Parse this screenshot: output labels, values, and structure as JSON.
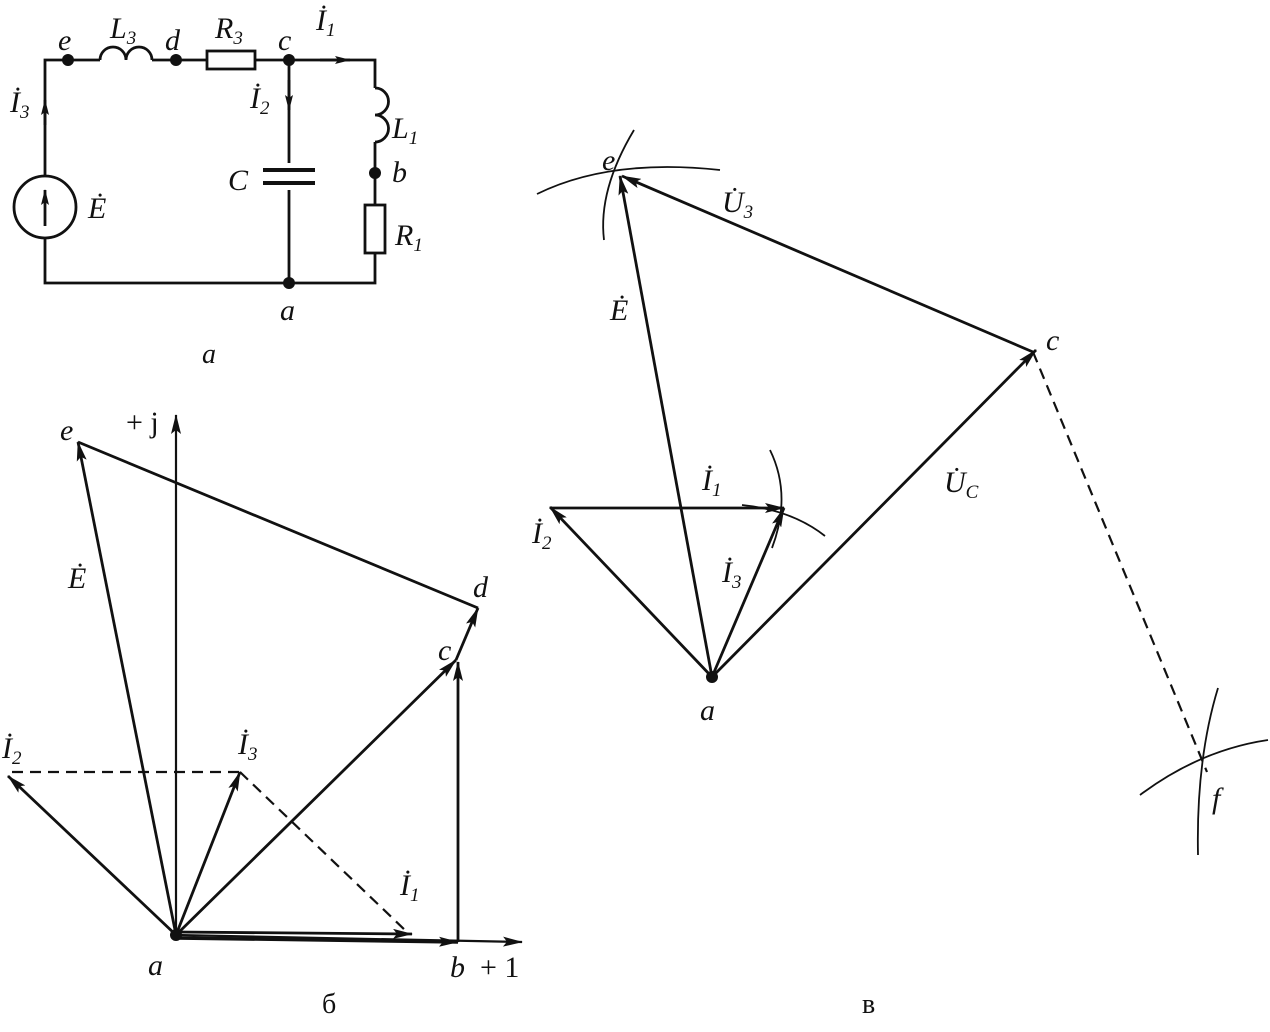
{
  "panels": {
    "circuit": {
      "caption": "а",
      "nodes": {
        "e": "e",
        "d": "d",
        "c": "c",
        "b": "b",
        "a": "a"
      },
      "components": {
        "L3": "L",
        "L3_sub": "3",
        "R3": "R",
        "R3_sub": "3",
        "L1": "L",
        "L1_sub": "1",
        "R1": "R",
        "R1_sub": "1",
        "C": "C",
        "E": "Ė"
      },
      "currents": {
        "I1": "İ",
        "I1_sub": "1",
        "I2": "İ",
        "I2_sub": "2",
        "I3": "İ",
        "I3_sub": "3"
      }
    },
    "diagram_b": {
      "caption": "б",
      "axes": {
        "imag": "+ j",
        "real": "+ 1"
      },
      "points": {
        "a": "a",
        "b": "b",
        "c": "c",
        "d": "d",
        "e": "e"
      },
      "vectors": {
        "E": "Ė",
        "I1": "İ",
        "I1_sub": "1",
        "I2": "İ",
        "I2_sub": "2",
        "I3": "İ",
        "I3_sub": "3"
      }
    },
    "diagram_v": {
      "caption": "в",
      "points": {
        "a": "a",
        "c": "c",
        "e": "e",
        "f": "f"
      },
      "vectors": {
        "E": "Ė",
        "U3": "U̇",
        "U3_sub": "3",
        "UC": "U̇",
        "UC_sub": "C",
        "I1": "İ",
        "I1_sub": "1",
        "I2": "İ",
        "I2_sub": "2",
        "I3": "İ",
        "I3_sub": "3"
      }
    }
  }
}
